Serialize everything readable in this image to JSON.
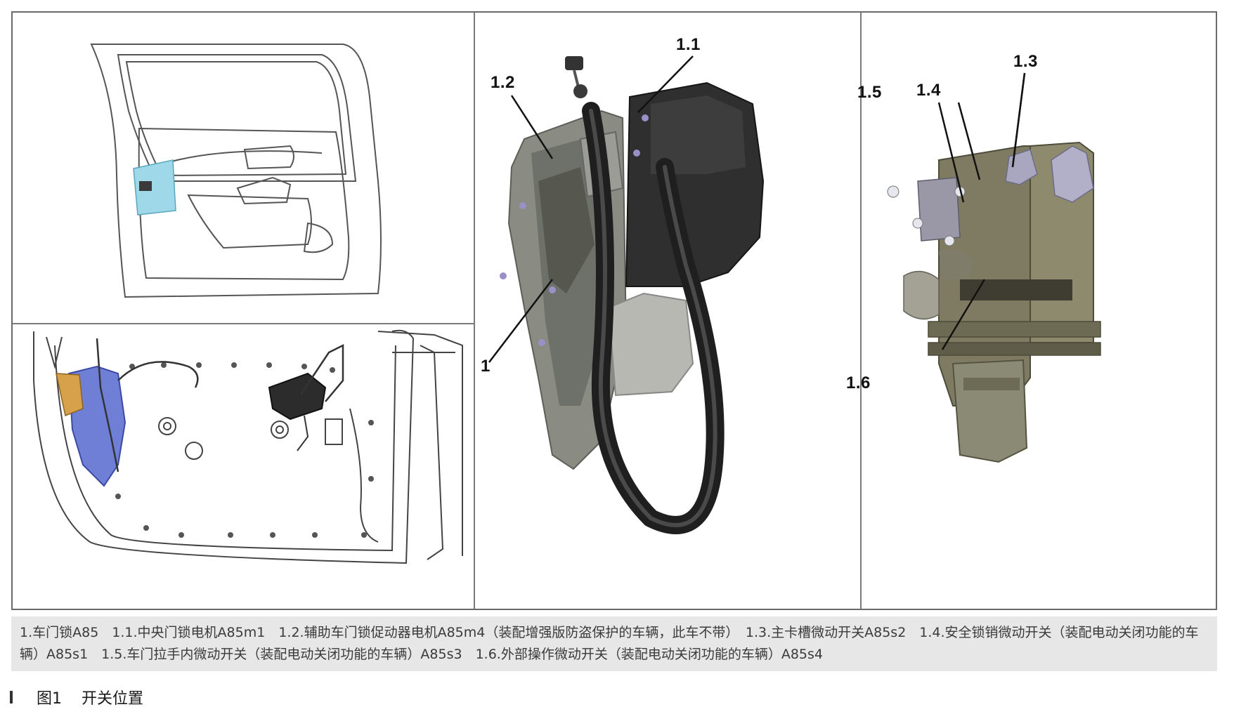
{
  "callouts": {
    "c1": "1",
    "c1_1": "1.1",
    "c1_2": "1.2",
    "c1_3": "1.3",
    "c1_4": "1.4",
    "c1_5": "1.5",
    "c1_6": "1.6"
  },
  "caption": {
    "line": "1.车门锁A85　1.1.中央门锁电机A85m1　1.2.辅助车门锁促动器电机A85m4（装配增强版防盗保护的车辆，此车不带）　1.3.主卡槽微动开关A85s2　1.4.安全锁销微动开关（装配电动关闭功能的车辆）A85s1　1.5.车门拉手内微动开关（装配电动关闭功能的车辆）A85s3　1.6.外部操作微动开关（装配电动关闭功能的车辆）A85s4"
  },
  "figure": {
    "number": "图1",
    "title": "开关位置"
  },
  "colors": {
    "border": "#6a6a6a",
    "caption_bg": "#e7e7e7",
    "lock_dark": "#2a2a2a",
    "lock_gray": "#8a8c84",
    "lock_olive": "#8d8a6e",
    "door_trim": "#c9d7e0",
    "highlight_cyan": "#9fd8e8"
  }
}
